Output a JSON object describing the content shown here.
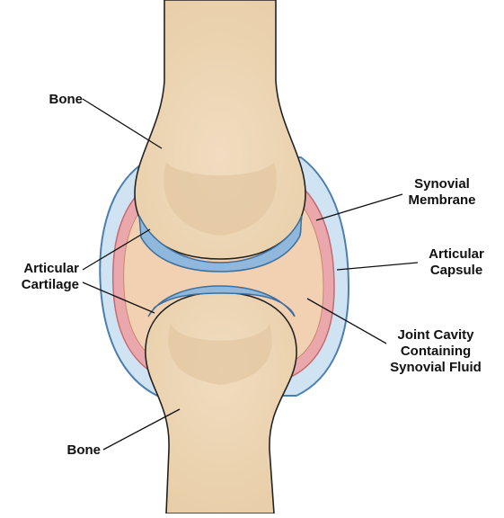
{
  "labels": {
    "bone_top": "Bone",
    "synovial_membrane": [
      "Synovial",
      "Membrane"
    ],
    "articular_cartilage": [
      "Articular",
      "Cartilage"
    ],
    "articular_capsule": [
      "Articular",
      "Capsule"
    ],
    "joint_cavity": [
      "Joint Cavity",
      "Containing",
      "Synovial Fluid"
    ],
    "bone_bottom": "Bone"
  },
  "colors": {
    "bone_light": "#f4e7d3",
    "bone_mid": "#ead2b0",
    "bone_marrow": "#dfc29a",
    "bone_outline": "#222222",
    "cartilage_blue": "#8fb8dc",
    "capsule_blue": "#a9cde9",
    "membrane_pink": "#e8a3a8",
    "fluid_peach": "#f2d1b3",
    "leader_line": "#111111"
  }
}
